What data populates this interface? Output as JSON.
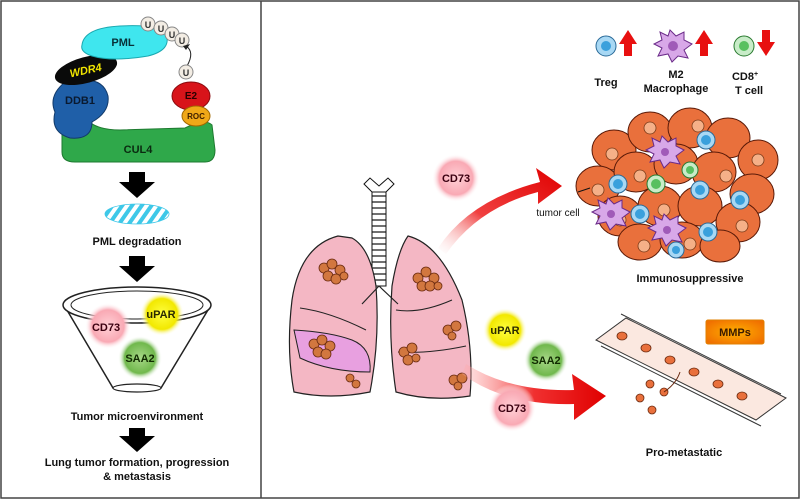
{
  "complex": {
    "pml": "PML",
    "ub": "U",
    "wdr4": "WDR4",
    "ddb1": "DDB1",
    "e2": "E2",
    "roc": "ROC",
    "cul4": "CUL4"
  },
  "left": {
    "pml_degradation": "PML degradation",
    "funnel_cd73": "CD73",
    "funnel_upar": "uPAR",
    "funnel_saa2": "SAA2",
    "tumor_microenvironment": "Tumor microenvironment",
    "outcome_line1": "Lung tumor formation, progression",
    "outcome_line2": "& metastasis"
  },
  "right": {
    "cd73_top": "CD73",
    "upar": "uPAR",
    "saa2": "SAA2",
    "cd73_bottom": "CD73",
    "tumor_cell": "tumor cell",
    "immunosuppressive": "Immunosuppressive",
    "mmps": "MMPs",
    "pro_metastatic": "Pro-metastatic"
  },
  "legend": {
    "treg": "Treg",
    "m2_line1": "M2",
    "m2_line2": "Macrophage",
    "cd8": "CD8",
    "cd8_sup": "+",
    "tcell": "T cell"
  },
  "colors": {
    "pml": "#3fe6ee",
    "wdr4": "#0a0a0a",
    "wdr4_text": "#f2e600",
    "ddb1": "#1f5fa8",
    "e2": "#d8141a",
    "roc": "#f0a818",
    "cul4": "#2fa84a",
    "arrow_red": "#e81010",
    "lung": "#f4b7c4",
    "tumor": "#e9703c",
    "treg": "#3aa0dc",
    "m2": "#a05ab8",
    "cd8": "#58c060"
  }
}
